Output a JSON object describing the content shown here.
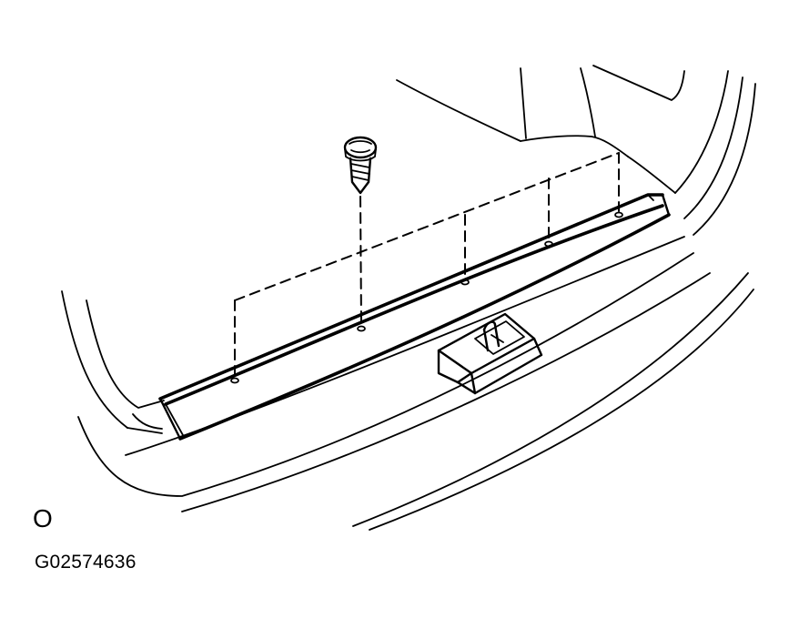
{
  "figure": {
    "marker": "O",
    "figure_id": "G02574636"
  },
  "parts": {
    "screw": "screw-icon",
    "sill_plate": "scuff-plate",
    "striker": "latch-striker"
  },
  "colors": {
    "line": "#000000",
    "background": "#ffffff"
  }
}
